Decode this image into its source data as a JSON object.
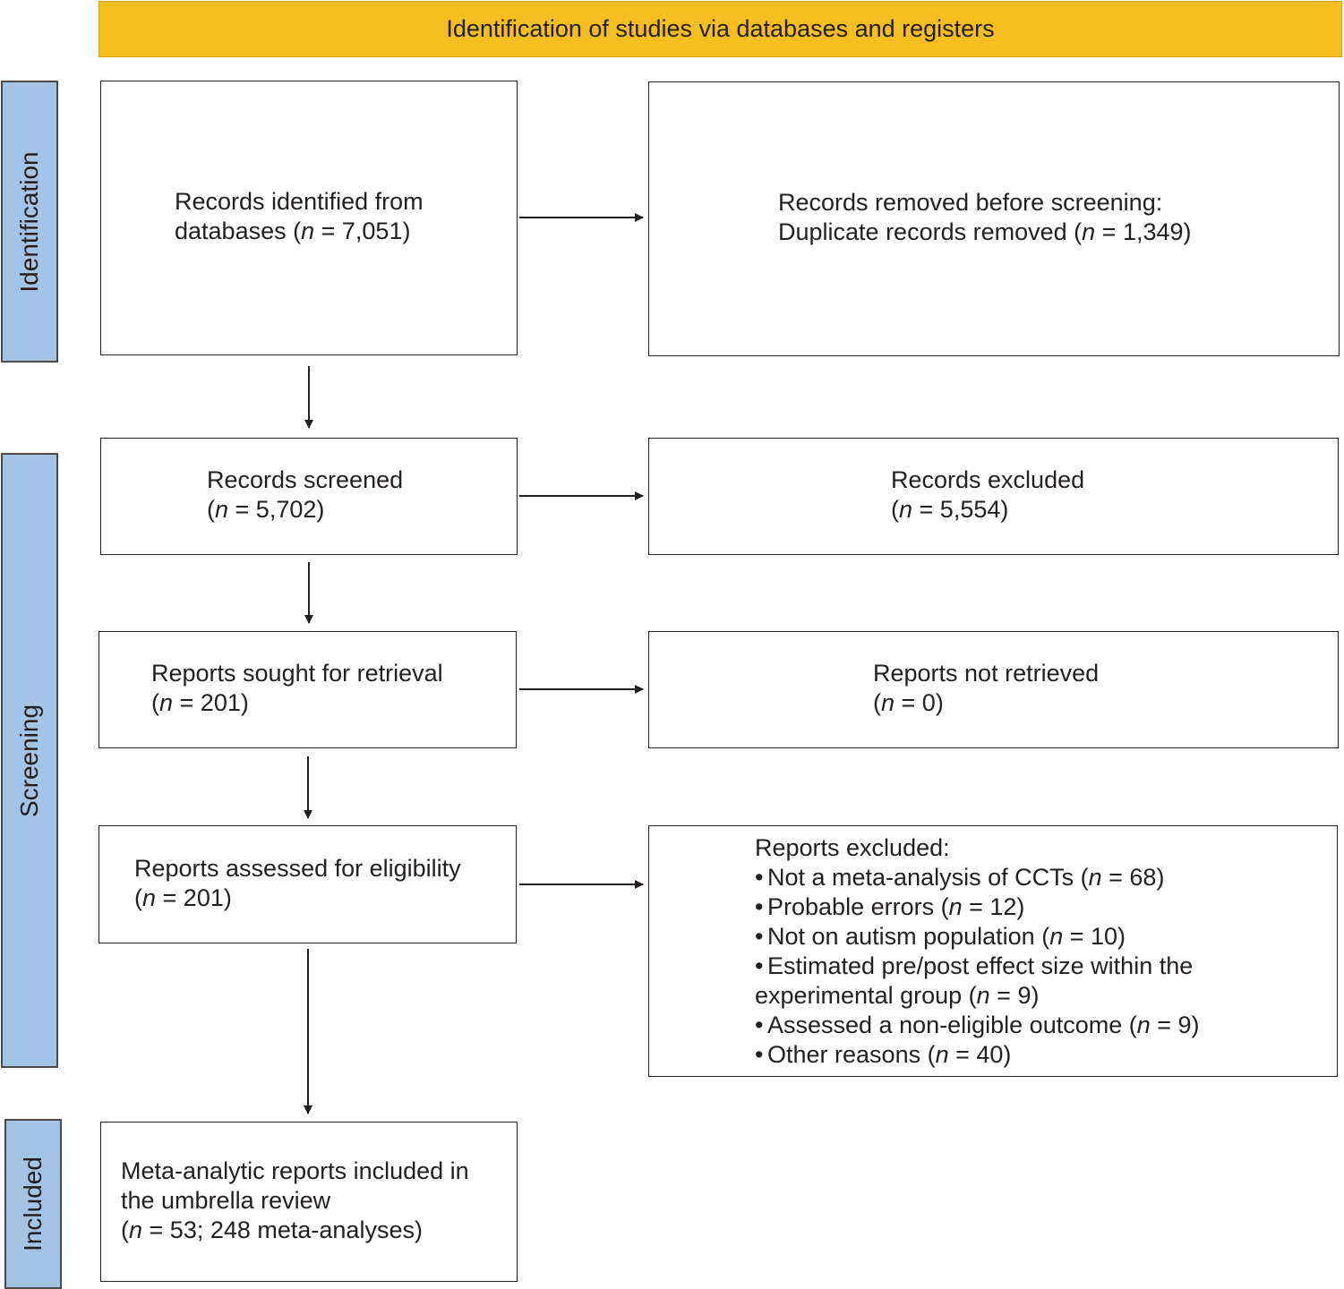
{
  "colors": {
    "banner": "#f6be1e",
    "stage": "#a3c4e4",
    "box_border": "#231f20"
  },
  "banner": {
    "title": "Identification of studies via databases and registers"
  },
  "stages": {
    "identification": "Identification",
    "screening": "Screening",
    "included": "Included"
  },
  "boxes": {
    "records_identified": {
      "line1": "Records identified from",
      "line2_before": "databases (",
      "n_symbol": "n",
      "line2_after": " = 7,051)"
    },
    "records_removed": {
      "line1": "Records removed before screening:",
      "line2_before": "Duplicate records removed (",
      "n_symbol": "n",
      "line2_after": " = 1,349)"
    },
    "records_screened": {
      "line1": "Records screened",
      "line2_before": "(",
      "n_symbol": "n",
      "line2_after": " = 5,702)"
    },
    "records_excluded": {
      "line1": "Records excluded",
      "line2_before": "(",
      "n_symbol": "n",
      "line2_after": " = 5,554)"
    },
    "reports_sought": {
      "line1": "Reports sought for retrieval",
      "line2_before": "(",
      "n_symbol": "n",
      "line2_after": " = 201)"
    },
    "reports_not_retrieved": {
      "line1": "Reports not retrieved",
      "line2_before": "(",
      "n_symbol": "n",
      "line2_after": " = 0)"
    },
    "reports_assessed": {
      "line1": "Reports assessed for eligibility",
      "line2_before": "(",
      "n_symbol": "n",
      "line2_after": " = 201)"
    },
    "reports_excluded": {
      "heading": "Reports excluded:",
      "bullet": "•",
      "n_symbol": "n",
      "items": [
        {
          "before": "Not a meta-analysis of CCTs (",
          "after": " = 68)"
        },
        {
          "before": "Probable errors (",
          "after": " = 12)"
        },
        {
          "before": "Not on autism population (",
          "after": " = 10)"
        },
        {
          "before_line1": "Estimated pre/post effect size within the",
          "before": "experimental group (",
          "after": " = 9)"
        },
        {
          "before": "Assessed a non-eligible outcome (",
          "after": " = 9)"
        },
        {
          "before": "Other reasons (",
          "after": " = 40)"
        }
      ]
    },
    "included_reports": {
      "line1": "Meta-analytic reports included in",
      "line2": "the umbrella review",
      "line3_before": "(",
      "n_symbol": "n",
      "line3_after": " = 53; 248 meta-analyses)"
    }
  }
}
